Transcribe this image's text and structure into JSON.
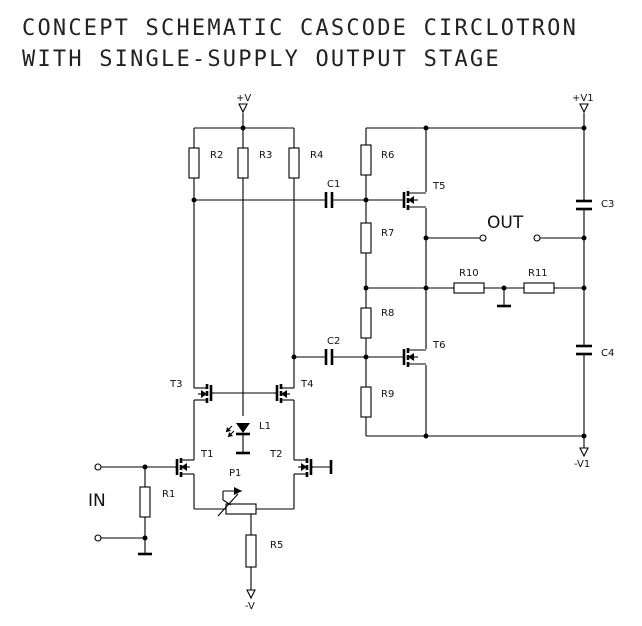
{
  "title": {
    "line1": "CONCEPT SCHEMATIC CASCODE CIRCLOTRON",
    "line2": "WITH SINGLE-SUPPLY OUTPUT STAGE"
  },
  "rails": {
    "pos": "+V",
    "neg": "-V",
    "pos1": "+V1",
    "neg1": "-V1"
  },
  "io": {
    "input": "IN",
    "output": "OUT"
  },
  "resistors": {
    "r1": "R1",
    "r2": "R2",
    "r3": "R3",
    "r4": "R4",
    "r5": "R5",
    "r6": "R6",
    "r7": "R7",
    "r8": "R8",
    "r9": "R9",
    "r10": "R10",
    "r11": "R11"
  },
  "capacitors": {
    "c1": "C1",
    "c2": "C2",
    "c3": "C3",
    "c4": "C4"
  },
  "transistors": {
    "t1": "T1",
    "t2": "T2",
    "t3": "T3",
    "t4": "T4",
    "t5": "T5",
    "t6": "T6"
  },
  "other": {
    "led": "L1",
    "pot": "P1"
  }
}
